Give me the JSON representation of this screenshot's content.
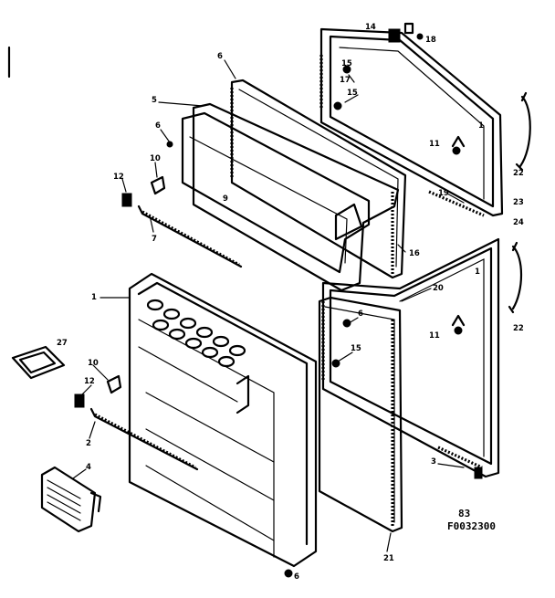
{
  "callouts": {
    "c1": "1",
    "c2": "2",
    "c3": "3",
    "c4": "4",
    "c5": "5",
    "c6a": "6",
    "c6b": "6",
    "c6c": "6",
    "c6d": "6",
    "c7": "7",
    "c9": "9",
    "c10a": "10",
    "c10b": "10",
    "c11a": "11",
    "c11b": "11",
    "c12a": "12",
    "c12b": "12",
    "c14": "14",
    "c15a": "15",
    "c15b": "15",
    "c15c": "15",
    "c16": "16",
    "c17": "17",
    "c18": "18",
    "c19": "19",
    "c20": "20",
    "c21": "21",
    "c22a": "22",
    "c22b": "22",
    "c23": "23",
    "c24": "24",
    "c27": "27",
    "c1r": "1",
    "c1r2": "1"
  },
  "code_line1": "83",
  "code_line2": "F0032300"
}
